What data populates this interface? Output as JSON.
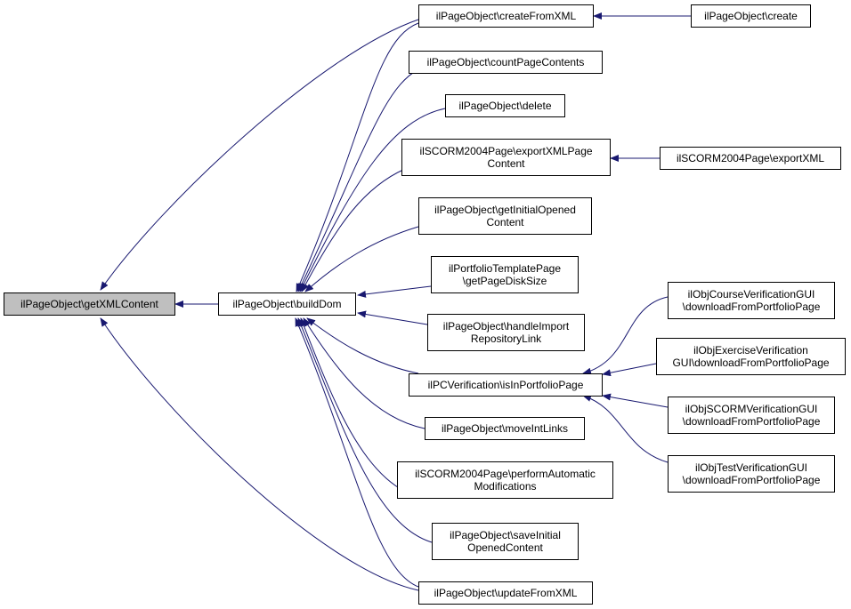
{
  "colors": {
    "edge": "#191970",
    "node_border": "#000000",
    "node_fill": "#ffffff",
    "focus_fill": "#bfbfbf"
  },
  "nodes": {
    "getXMLContent": [
      "ilPageObject\\getXMLContent"
    ],
    "buildDom": [
      "ilPageObject\\buildDom"
    ],
    "createFromXML": [
      "ilPageObject\\createFromXML"
    ],
    "create": [
      "ilPageObject\\create"
    ],
    "countPageContents": [
      "ilPageObject\\countPageContents"
    ],
    "delete": [
      "ilPageObject\\delete"
    ],
    "exportXMLPageContent": [
      "ilSCORM2004Page\\exportXMLPage",
      "Content"
    ],
    "exportXML": [
      "ilSCORM2004Page\\exportXML"
    ],
    "getInitialOpenedContent": [
      "ilPageObject\\getInitialOpened",
      "Content"
    ],
    "getPageDiskSize": [
      "ilPortfolioTemplatePage",
      "\\getPageDiskSize"
    ],
    "handleImportRepositoryLink": [
      "ilPageObject\\handleImport",
      "RepositoryLink"
    ],
    "isInPortfolioPage": [
      "ilPCVerification\\isInPortfolioPage"
    ],
    "courseVerification": [
      "ilObjCourseVerificationGUI",
      "\\downloadFromPortfolioPage"
    ],
    "exerciseVerification": [
      "ilObjExerciseVerification",
      "GUI\\downloadFromPortfolioPage"
    ],
    "scormVerification": [
      "ilObjSCORMVerificationGUI",
      "\\downloadFromPortfolioPage"
    ],
    "testVerification": [
      "ilObjTestVerificationGUI",
      "\\downloadFromPortfolioPage"
    ],
    "moveIntLinks": [
      "ilPageObject\\moveIntLinks"
    ],
    "performAutomaticModifications": [
      "ilSCORM2004Page\\performAutomatic",
      "Modifications"
    ],
    "saveInitialOpenedContent": [
      "ilPageObject\\saveInitial",
      "OpenedContent"
    ],
    "updateFromXML": [
      "ilPageObject\\updateFromXML"
    ]
  }
}
